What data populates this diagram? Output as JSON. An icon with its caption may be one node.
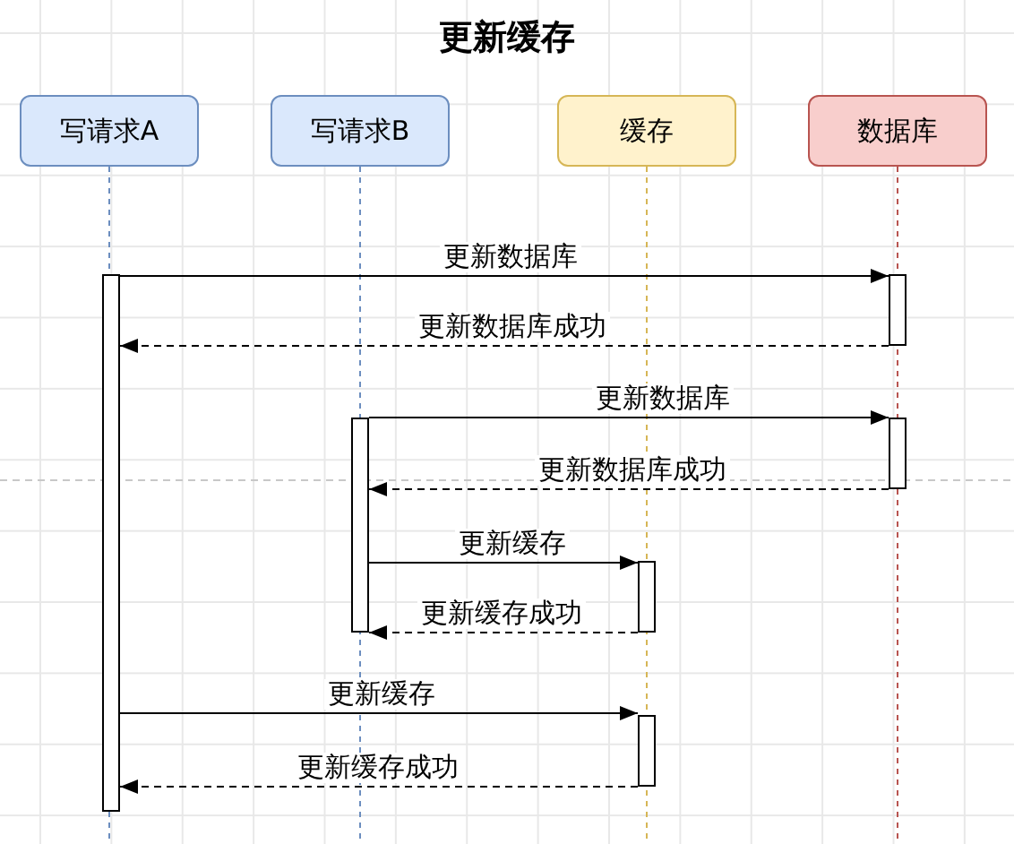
{
  "diagram": {
    "title": "更新缓存",
    "nodes": [
      {
        "text": [
          "写请求A"
        ]
      },
      {
        "text": [
          "写请求B"
        ]
      },
      {
        "text": [
          "缓存"
        ]
      },
      {
        "text": [
          "数据库"
        ]
      },
      {
        "text": [],
        "shape": "bar"
      },
      {
        "text": [],
        "shape": "bar"
      },
      {
        "text": [],
        "shape": "bar"
      },
      {
        "text": [],
        "shape": "bar"
      },
      {
        "text": [],
        "shape": "bar"
      },
      {
        "text": [],
        "shape": "bar"
      }
    ],
    "edges": [
      {
        "from": 4,
        "to": 5,
        "arrow": "to",
        "label": "更新数据库"
      },
      {
        "from": 5,
        "to": 4,
        "arrow": "to",
        "label": "更新数据库成功",
        "style": "dashed"
      },
      {
        "from": 6,
        "to": 7,
        "arrow": "to",
        "label": "更新数据库"
      },
      {
        "from": 7,
        "to": 6,
        "arrow": "to",
        "label": "更新数据库成功",
        "style": "dashed"
      },
      {
        "from": 6,
        "to": 8,
        "arrow": "to",
        "label": "更新缓存"
      },
      {
        "from": 8,
        "to": 6,
        "arrow": "to",
        "label": "更新缓存成功",
        "style": "dashed"
      },
      {
        "from": 4,
        "to": 9,
        "arrow": "to",
        "label": "更新缓存"
      },
      {
        "from": 9,
        "to": 4,
        "arrow": "to",
        "label": "更新缓存成功",
        "style": "dashed"
      }
    ]
  }
}
